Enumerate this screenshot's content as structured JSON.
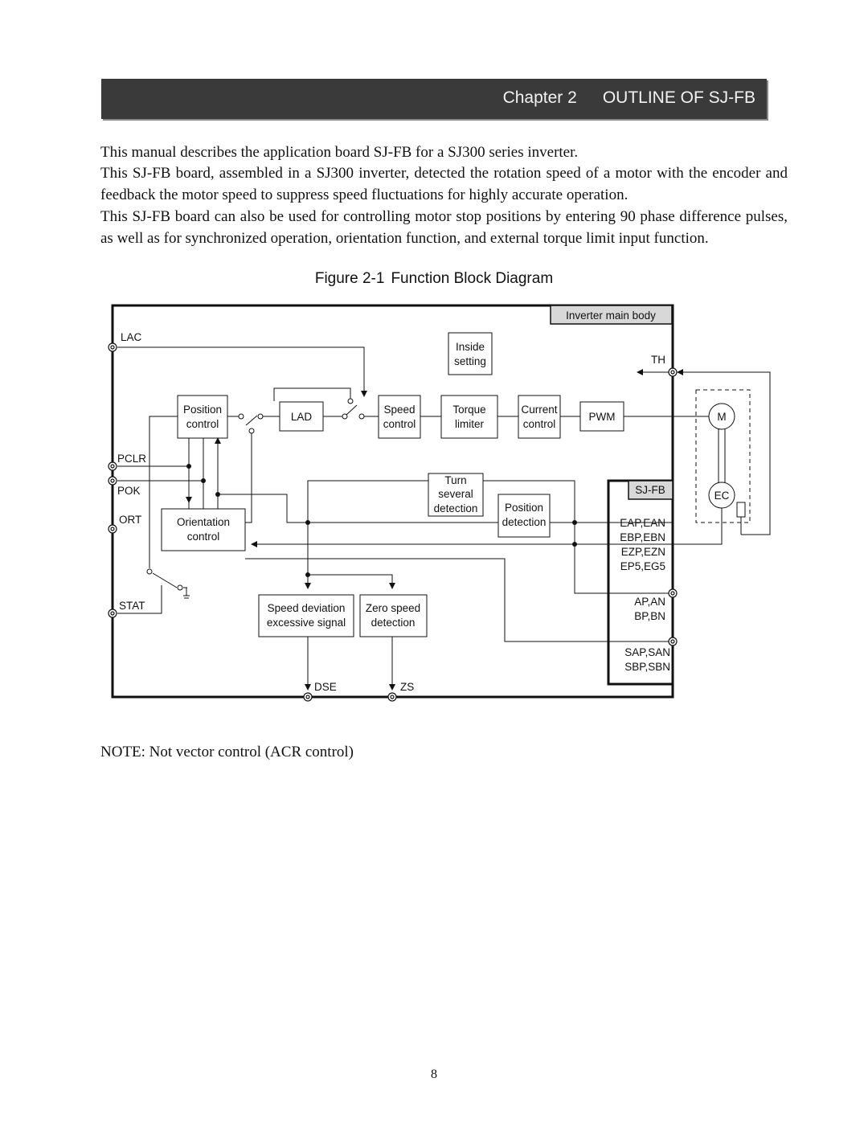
{
  "header": {
    "chapter_label": "Chapter 2",
    "chapter_title": "OUTLINE OF SJ-FB"
  },
  "body": {
    "paragraphs": [
      "This manual describes the application board SJ-FB for a SJ300 series inverter.",
      "This SJ-FB board, assembled in a SJ300 inverter, detected the rotation speed of a motor with the encoder and feedback the motor speed to suppress speed fluctuations for highly accurate operation.",
      "This SJ-FB board can also be used for controlling motor stop positions by entering 90 phase difference pulses, as well as for synchronized operation, orientation function, and external torque limit input function."
    ]
  },
  "figure": {
    "number": "Figure 2-1",
    "title": "Function Block Diagram",
    "inverter_label": "Inverter main body",
    "board_label": "SJ-FB",
    "blocks": {
      "inside_setting": [
        "Inside",
        "setting"
      ],
      "position_control": [
        "Position",
        "control"
      ],
      "lad": "LAD",
      "speed_control": [
        "Speed",
        "control"
      ],
      "torque_limiter": [
        "Torque",
        "limiter"
      ],
      "current_control": [
        "Current",
        "control"
      ],
      "pwm": "PWM",
      "turn_several": [
        "Turn",
        "several",
        "detection"
      ],
      "position_detection": [
        "Position",
        "detection"
      ],
      "orientation_control": [
        "Orientation",
        "control"
      ],
      "speed_deviation": [
        "Speed deviation",
        "excessive signal"
      ],
      "zero_speed": [
        "Zero speed",
        "detection"
      ],
      "motor": "M",
      "encoder": "EC"
    },
    "terminals": {
      "lac": "LAC",
      "th": "TH",
      "pclr": "PCLR",
      "pok": "POK",
      "ort": "ORT",
      "stat": "STAT",
      "dse": "DSE",
      "zs": "ZS",
      "encoder_in": [
        "EAP,EAN",
        "EBP,EBN",
        "EZP,EZN",
        "EP5,EG5"
      ],
      "pulse_out": [
        "AP,AN",
        "BP,BN"
      ],
      "sync_in": [
        "SAP,SAN",
        "SBP,SBN"
      ]
    }
  },
  "note": "NOTE: Not  vector control (ACR control)",
  "page_number": "8"
}
